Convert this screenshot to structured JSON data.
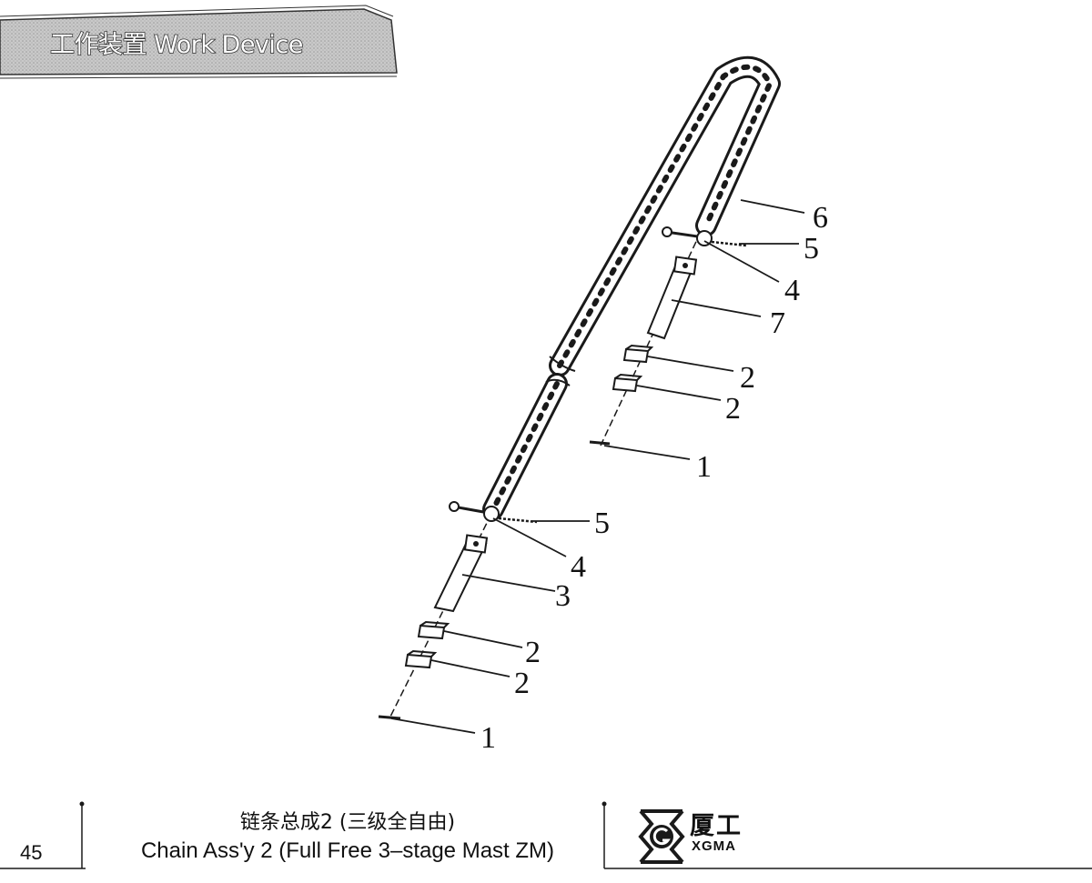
{
  "header": {
    "title": "工作装置 Work Device"
  },
  "drawing": {
    "callouts": [
      {
        "num": "1"
      },
      {
        "num": "2"
      },
      {
        "num": "2"
      },
      {
        "num": "3"
      },
      {
        "num": "4"
      },
      {
        "num": "5"
      },
      {
        "num": "1"
      },
      {
        "num": "2"
      },
      {
        "num": "2"
      },
      {
        "num": "7"
      },
      {
        "num": "4"
      },
      {
        "num": "5"
      },
      {
        "num": "6"
      }
    ]
  },
  "footer": {
    "page_number": "45",
    "title_cn": "链条总成2 (三级全自由)",
    "title_en": "Chain Ass'y 2 (Full Free 3–stage Mast ZM)",
    "brand_cn": "厦工",
    "brand_en": "XGMA"
  }
}
